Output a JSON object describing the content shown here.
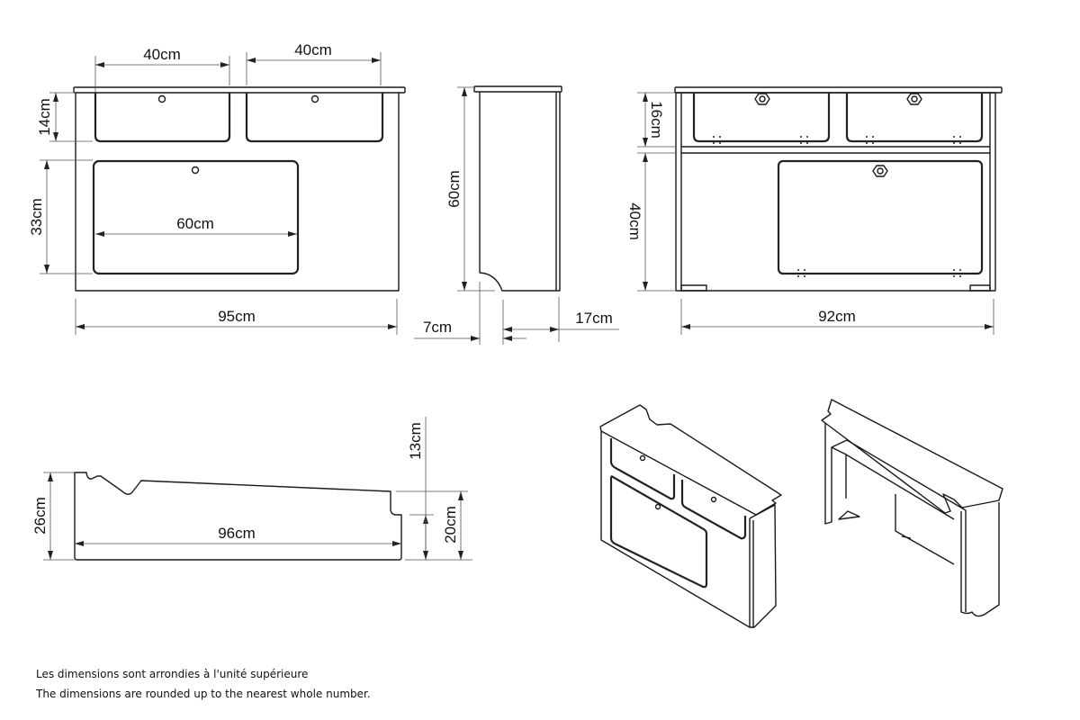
{
  "front_view": {
    "drawer_left_width": "40cm",
    "drawer_right_width": "40cm",
    "drawer_height": "14cm",
    "door_height": "33cm",
    "door_width": "60cm",
    "total_width": "95cm"
  },
  "side_view": {
    "height": "60cm",
    "foot_cutout": "7cm",
    "depth": "17cm"
  },
  "back_view": {
    "upper_height": "16cm",
    "lower_height": "40cm",
    "width": "92cm"
  },
  "top_view": {
    "depth_left": "26cm",
    "length": "96cm",
    "notch": "13cm",
    "depth_right": "20cm"
  },
  "notes": {
    "fr": "Les dimensions sont arrondies à l'unité supérieure",
    "en": "The dimensions are rounded up to the nearest whole number."
  }
}
